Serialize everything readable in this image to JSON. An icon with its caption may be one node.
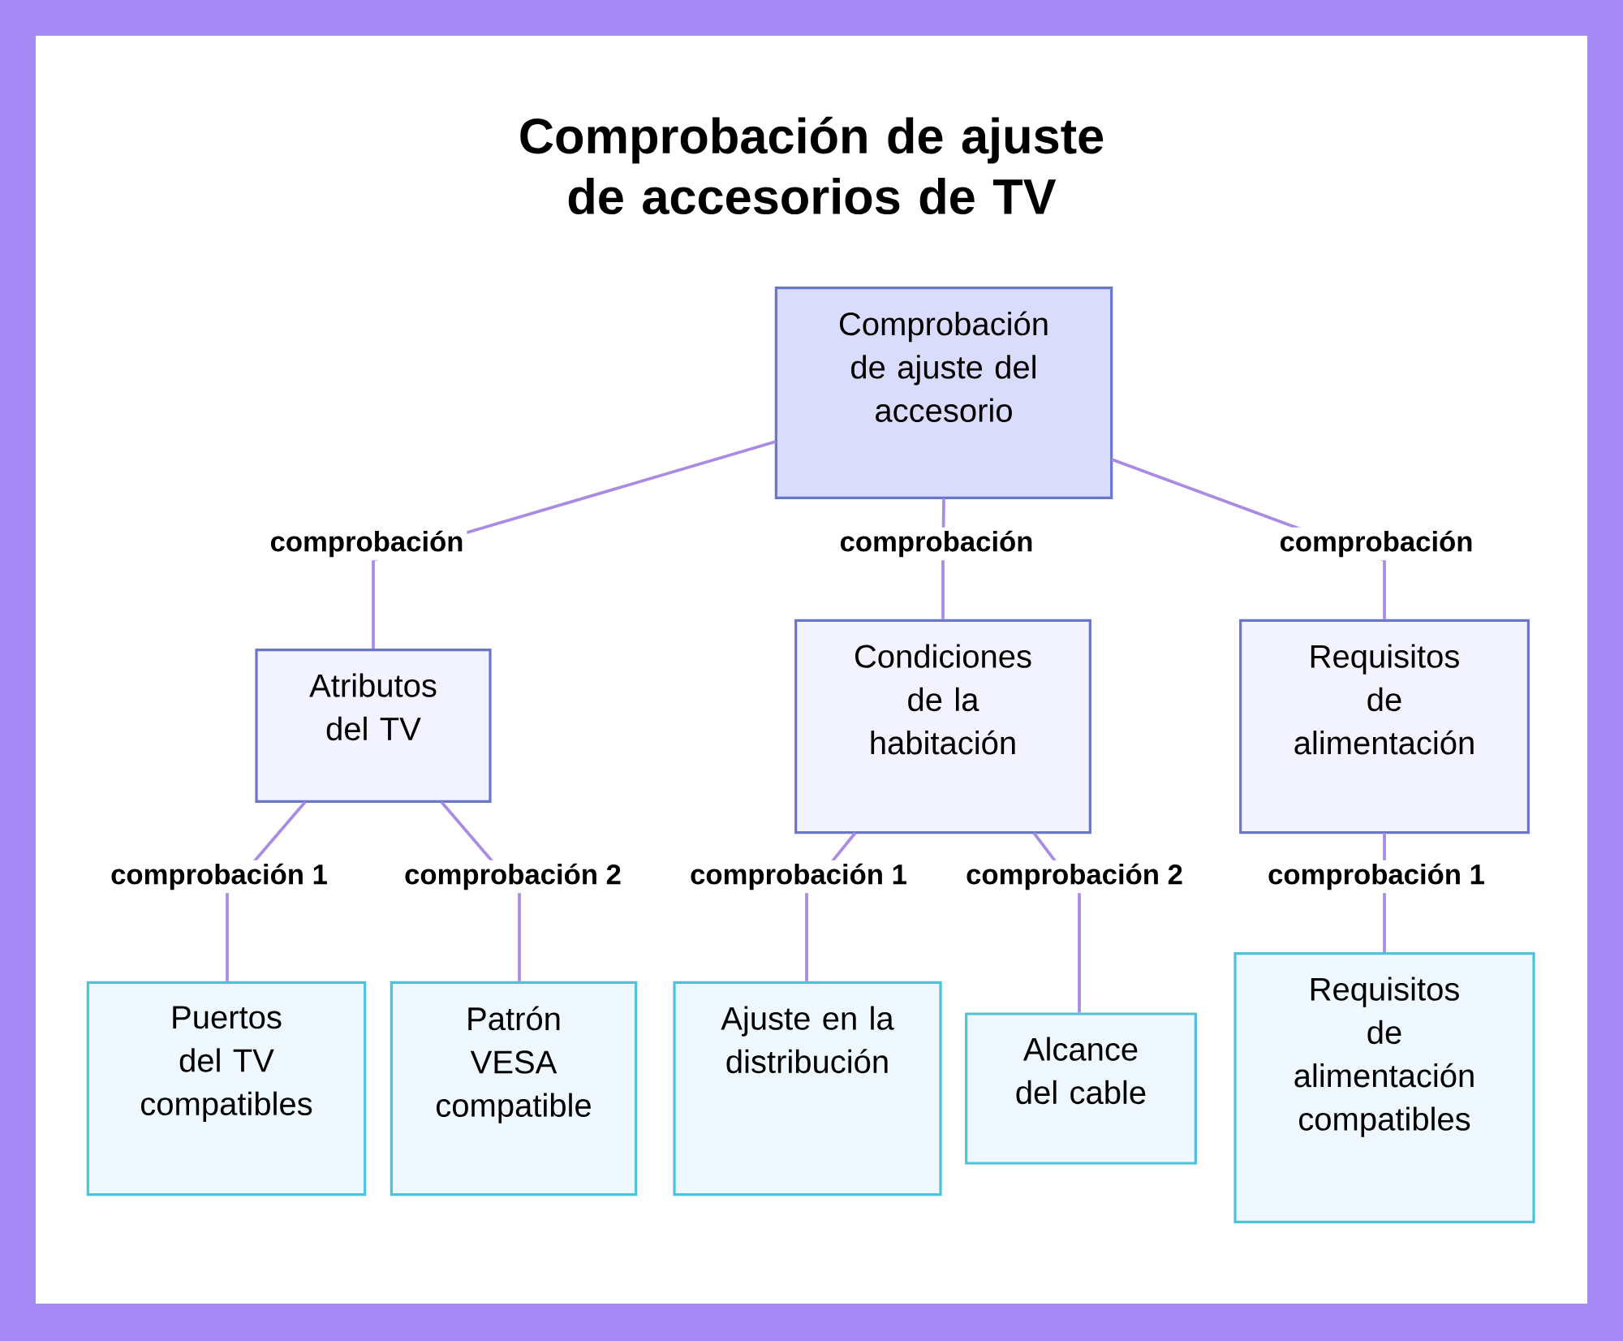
{
  "diagram": {
    "title": "Comprobación de ajuste de accesorios de TV",
    "nodes": [
      {
        "text": [
          "Comprobación de ajuste del accesorio"
        ]
      },
      {
        "text": [
          "Atributos del TV"
        ]
      },
      {
        "text": [
          "Condiciones de la habitación"
        ]
      },
      {
        "text": [
          "Requisitos de alimentación"
        ]
      },
      {
        "text": [
          "Puertos del TV compatibles"
        ]
      },
      {
        "text": [
          "Patrón VESA compatible"
        ]
      },
      {
        "text": [
          "Ajuste en la distribución"
        ]
      },
      {
        "text": [
          "Alcance del cable"
        ]
      },
      {
        "text": [
          "Requisitos de alimentación compatibles"
        ]
      }
    ],
    "edges": [
      {
        "from": 0,
        "to": 1,
        "arrow": "none",
        "label": "comprobación"
      },
      {
        "from": 0,
        "to": 2,
        "arrow": "none",
        "label": "comprobación"
      },
      {
        "from": 0,
        "to": 3,
        "arrow": "none",
        "label": "comprobación"
      },
      {
        "from": 1,
        "to": 4,
        "arrow": "none",
        "label": "comprobación 1"
      },
      {
        "from": 1,
        "to": 5,
        "arrow": "none",
        "label": "comprobación 2"
      },
      {
        "from": 2,
        "to": 6,
        "arrow": "none",
        "label": "comprobación 1"
      },
      {
        "from": 2,
        "to": 7,
        "arrow": "none",
        "label": "comprobación 2"
      },
      {
        "from": 3,
        "to": 8,
        "arrow": "none",
        "label": "comprobación 1"
      }
    ]
  }
}
